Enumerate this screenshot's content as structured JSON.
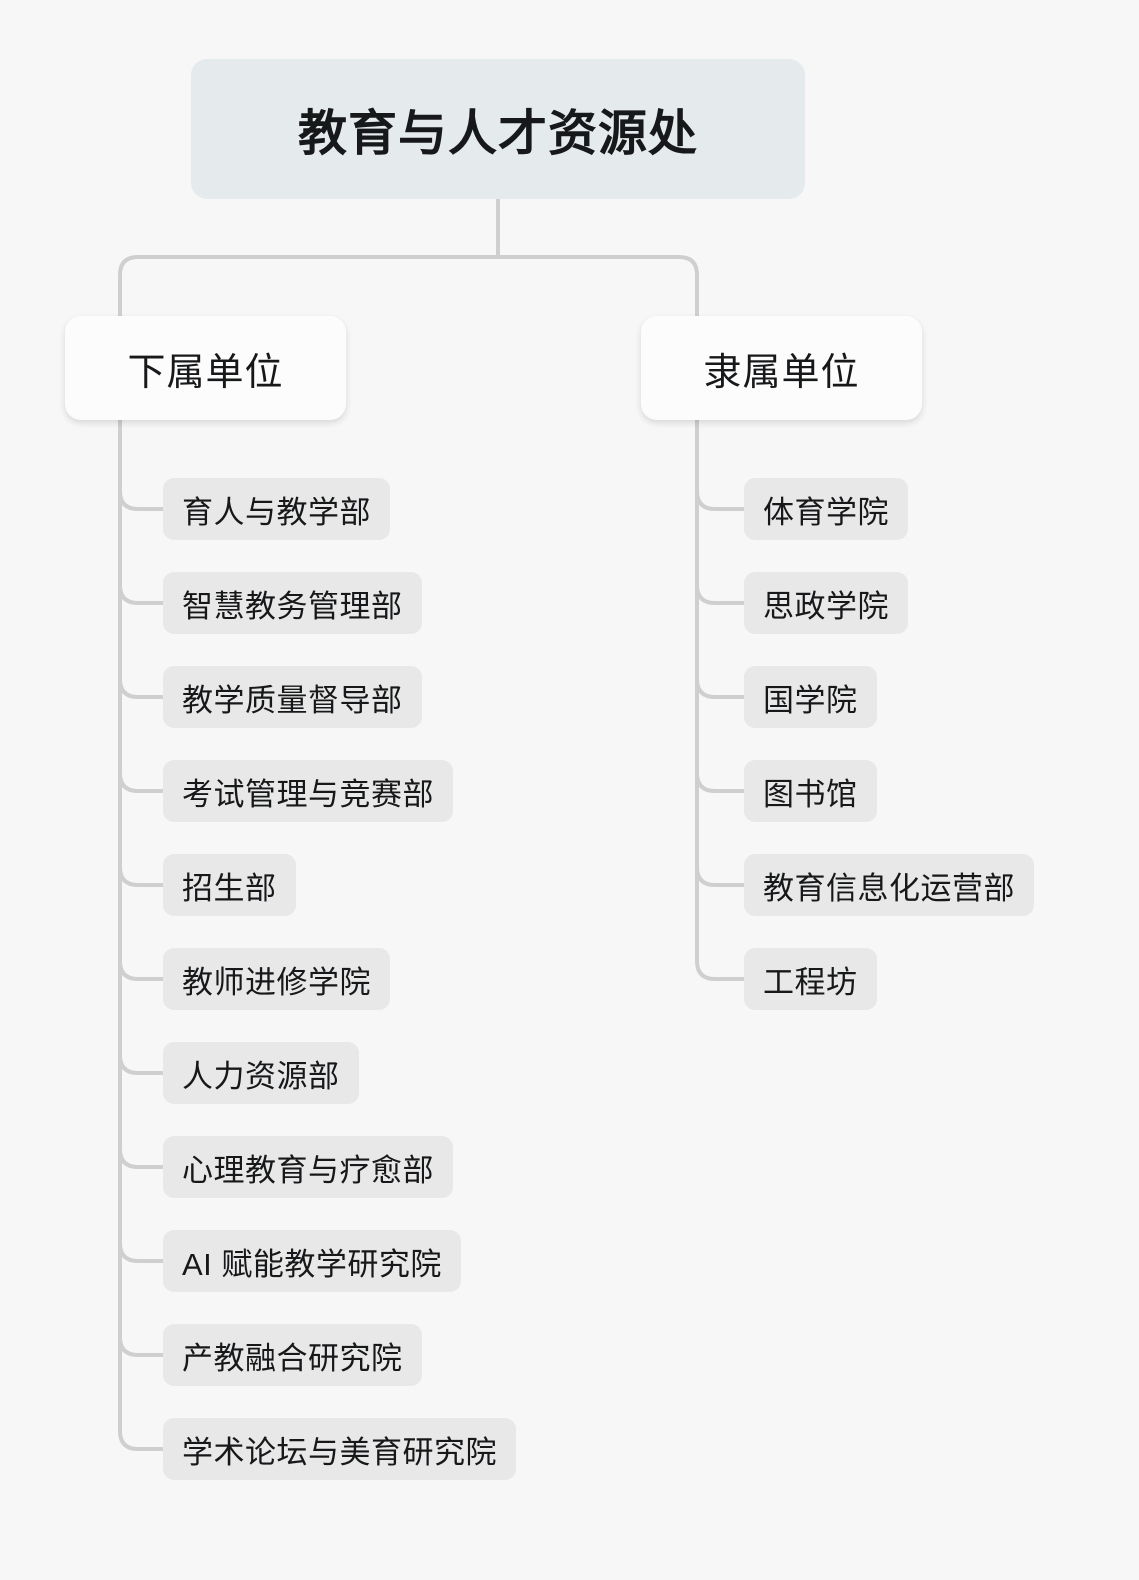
{
  "diagram": {
    "title": "教育与人才资源处",
    "type": "organization-tree",
    "background_color": "#f7f7f7",
    "connector_color": "#cfcfcf",
    "root": {
      "label": "教育与人才资源处",
      "fill_color": "#e5eaec"
    },
    "branches": [
      {
        "id": "subordinate",
        "label": "下属单位",
        "fill_color": "#fcfcfc",
        "children": [
          {
            "label": "育人与教学部"
          },
          {
            "label": "智慧教务管理部"
          },
          {
            "label": "教学质量督导部"
          },
          {
            "label": "考试管理与竞赛部"
          },
          {
            "label": "招生部"
          },
          {
            "label": "教师进修学院"
          },
          {
            "label": "人力资源部"
          },
          {
            "label": "心理教育与疗愈部"
          },
          {
            "label": "AI 赋能教学研究院"
          },
          {
            "label": "产教融合研究院"
          },
          {
            "label": "学术论坛与美育研究院"
          }
        ]
      },
      {
        "id": "affiliated",
        "label": "隶属单位",
        "fill_color": "#fcfcfc",
        "children": [
          {
            "label": "体育学院"
          },
          {
            "label": "思政学院"
          },
          {
            "label": "国学院"
          },
          {
            "label": "图书馆"
          },
          {
            "label": "教育信息化运营部"
          },
          {
            "label": "工程坊"
          }
        ]
      }
    ],
    "leaf_fill_color": "#e8e8e8"
  }
}
